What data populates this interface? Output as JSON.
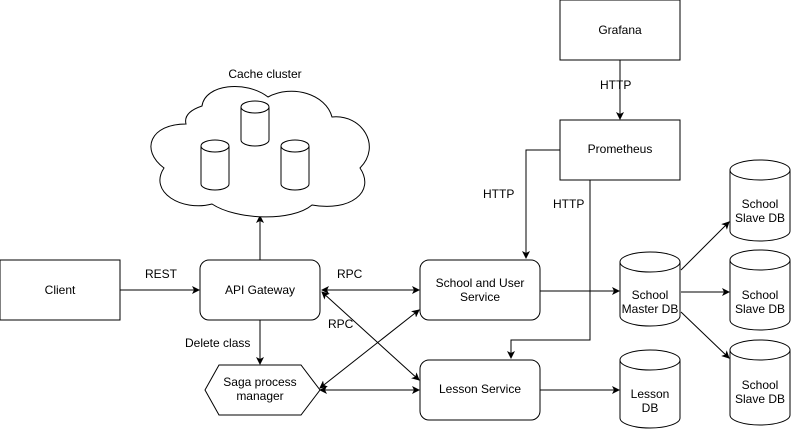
{
  "nodes": {
    "grafana": "Grafana",
    "prometheus": "Prometheus",
    "cache_cluster": "Cache cluster",
    "client": "Client",
    "api_gateway": "API Gateway",
    "school_user_service": [
      "School and User",
      "Service"
    ],
    "lesson_service": "Lesson Service",
    "saga_manager": [
      "Saga process",
      "manager"
    ],
    "school_master_db": [
      "School",
      "Master DB"
    ],
    "school_slave_db_1": [
      "School",
      "Slave DB"
    ],
    "school_slave_db_2": [
      "School",
      "Slave DB"
    ],
    "school_slave_db_3": [
      "School",
      "Slave DB"
    ],
    "lesson_db": [
      "Lesson",
      "DB"
    ]
  },
  "edges": {
    "grafana_prometheus": "HTTP",
    "prometheus_school": "HTTP",
    "prometheus_lesson": "HTTP",
    "client_gateway": "REST",
    "gateway_school": "RPC",
    "gateway_lesson": "RPC",
    "gateway_saga": "Delete class"
  },
  "colors": {
    "stroke": "#000000",
    "fill": "#ffffff"
  }
}
